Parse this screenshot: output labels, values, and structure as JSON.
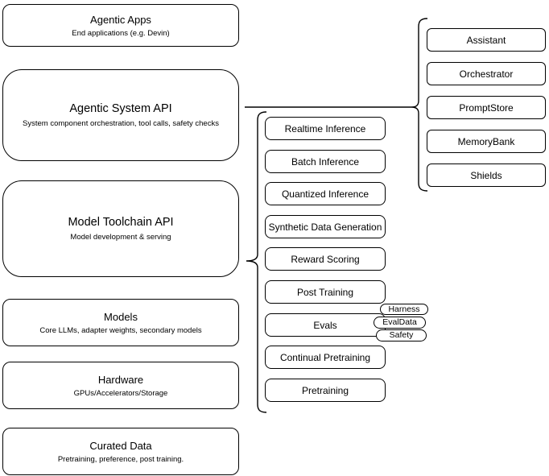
{
  "diagram": {
    "left_column": [
      {
        "title": "Agentic Apps",
        "subtitle": "End applications (e.g. Devin)"
      },
      {
        "title": "Agentic System API",
        "subtitle": "System component orchestration, tool calls, safety checks"
      },
      {
        "title": "Model Toolchain API",
        "subtitle": "Model development & serving"
      },
      {
        "title": "Models",
        "subtitle": "Core LLMs, adapter weights, secondary models"
      },
      {
        "title": "Hardware",
        "subtitle": "GPUs/Accelerators/Storage"
      },
      {
        "title": "Curated Data",
        "subtitle": "Pretraining, preference, post training."
      }
    ],
    "toolchain_items": [
      "Realtime Inference",
      "Batch Inference",
      "Quantized Inference",
      "Synthetic Data Generation",
      "Reward Scoring",
      "Post Training",
      "Evals",
      "Continual Pretraining",
      "Pretraining"
    ],
    "eval_tags": [
      "Harness",
      "EvalData",
      "Safety"
    ],
    "system_components": [
      "Assistant",
      "Orchestrator",
      "PromptStore",
      "MemoryBank",
      "Shields"
    ],
    "colors": {
      "stroke": "#000000",
      "background": "#ffffff",
      "text": "#000000"
    }
  }
}
